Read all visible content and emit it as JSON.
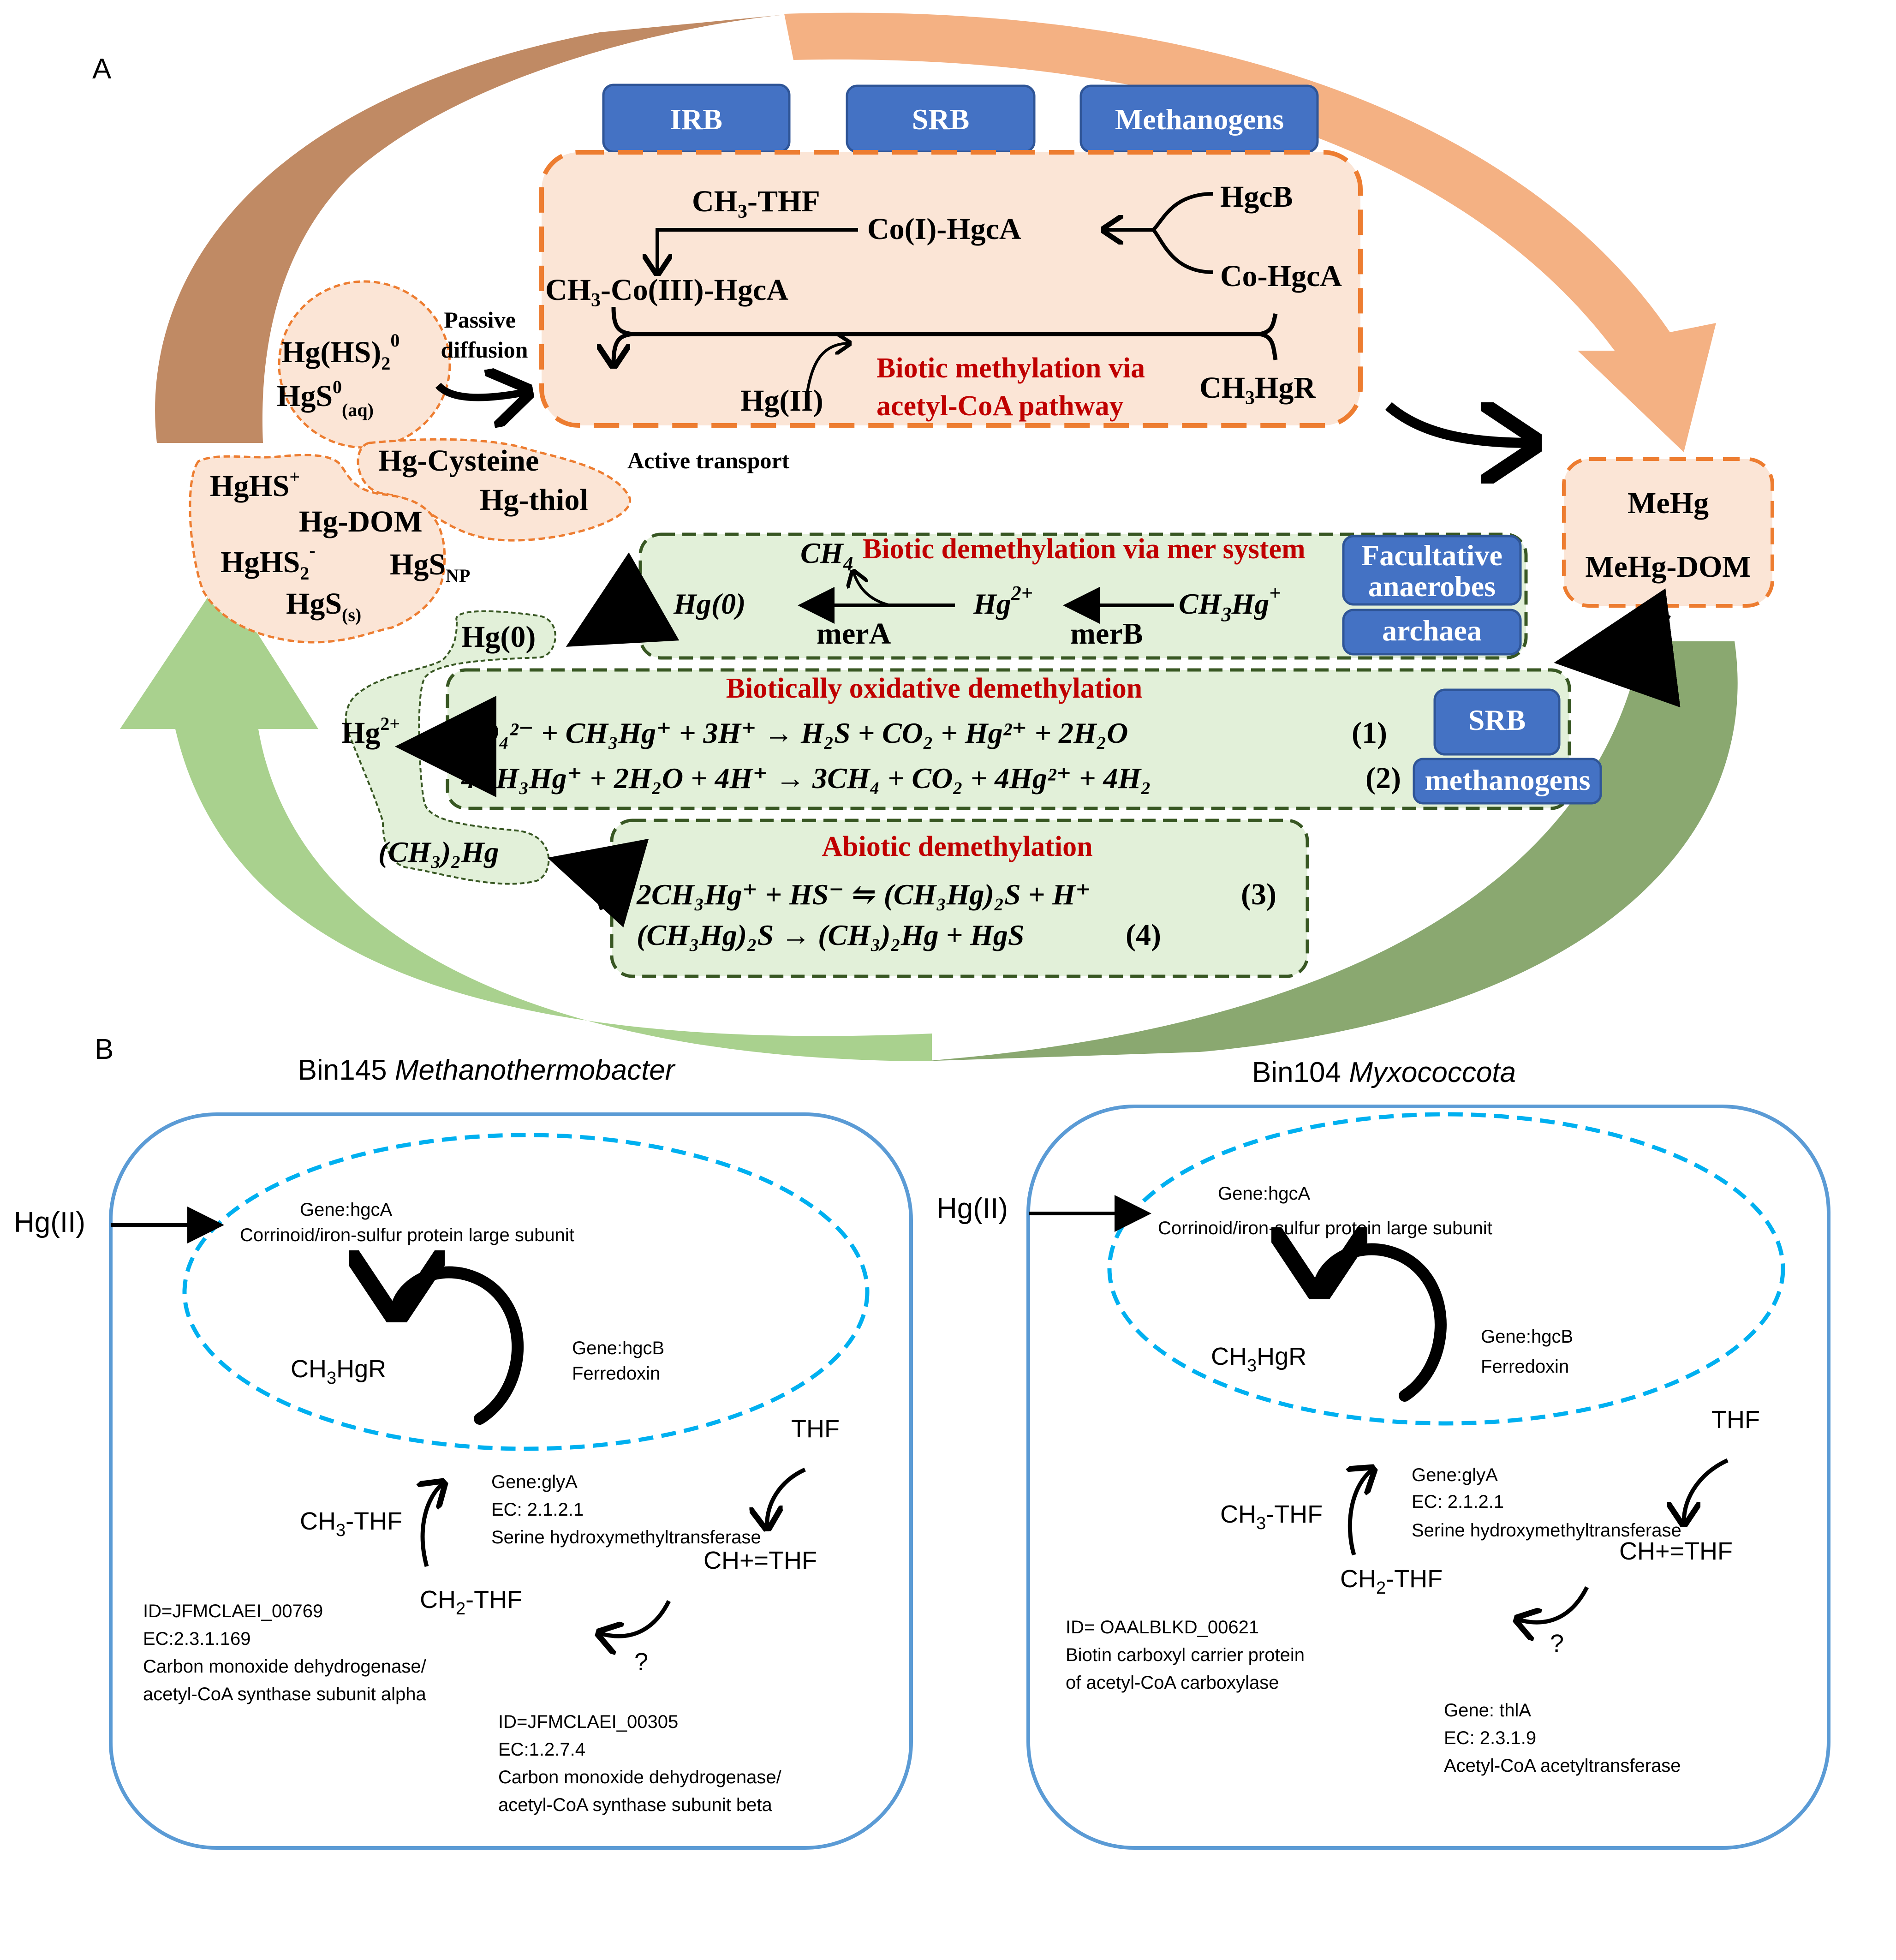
{
  "panel_a": {
    "label": "A",
    "colors": {
      "brown_arrow": "#c08a64",
      "peach_arrow": "#f4b183",
      "light_green_arrow": "#a9d18e",
      "dark_green_arrow": "#8aa870",
      "organism_box": "#4472c4",
      "methylation_fill": "#fbe5d6",
      "methylation_border": "#ed7d31",
      "demethylation_fill": "#e2f0d9",
      "demethylation_border": "#385723",
      "pathway_title": "#c00000"
    },
    "methylators": [
      "IRB",
      "SRB",
      "Methanogens"
    ],
    "methylation": {
      "ch3_thf": "CH",
      "ch3_thf_sub": "3",
      "ch3_thf_suffix": "-THF",
      "co1_hgca": "Co(I)-HgcA",
      "hgcb": "HgcB",
      "co_hgca": "Co-HgcA",
      "ch3_co3_prefix": "CH",
      "ch3_co3_sub": "3",
      "ch3_co3_suffix": "-Co(III)-HgcA",
      "hg2": "Hg(II)",
      "title_line1": "Biotic methylation via",
      "title_line2": "acetyl-CoA pathway",
      "product_prefix": "CH",
      "product_sub": "3",
      "product_suffix": "HgR"
    },
    "uptake": {
      "passive_line1": "Passive",
      "passive_line2": "diffusion",
      "active": "Active transport",
      "neutral_species": {
        "line1": "Hg(HS)",
        "line1_sub": "2",
        "line1_sup": "0",
        "line2": "HgS",
        "line2_sup": "0",
        "line2_sub": "(aq)"
      },
      "thiol_species": [
        "Hg-Cysteine",
        "Hg-thiol"
      ],
      "other_species": {
        "hghs_plus": "HgHS",
        "hghs_plus_sup": "+",
        "hg_dom": "Hg-DOM",
        "hghs2": "HgHS",
        "hghs2_sub": "2",
        "hghs2_sup": "-",
        "hgs_np": "HgS",
        "hgs_np_sub": "NP",
        "hgs_s": "HgS",
        "hgs_s_sub": "(s)"
      }
    },
    "mehg": {
      "title": "MeHg",
      "subtitle": "MeHg-DOM"
    },
    "mer_system": {
      "title": "Biotic demethylation via mer system",
      "ch4": "CH",
      "ch4_sub": "4",
      "hg0": "Hg(0)",
      "hg2": "Hg",
      "hg2_sup": "2+",
      "ch3hg": "CH",
      "ch3hg_sub": "3",
      "ch3hg_suffix": "Hg",
      "ch3hg_sup": "+",
      "enzyme1": "merA",
      "enzyme2": "merB",
      "organisms": [
        "Facultative anaerobes",
        "archaea"
      ],
      "organism_lines": [
        "Facultative",
        "anaerobes"
      ]
    },
    "oxidative": {
      "title": "Biotically oxidative demethylation",
      "equation1": "SO₄²⁻ + CH₃Hg⁺ + 3H⁺ → H₂S + CO₂ + Hg²⁺ + 2H₂O",
      "equation1_num": "(1)",
      "equation2": "4CH₃Hg⁺ + 2H₂O + 4H⁺ → 3CH₄ + CO₂ + 4Hg²⁺ + 4H₂",
      "equation2_num": "(2)",
      "organisms": [
        "SRB",
        "methanogens"
      ]
    },
    "abiotic": {
      "title": "Abiotic demethylation",
      "equation3": "2CH₃Hg⁺ + HS⁻ ⇋ (CH₃Hg)₂S + H⁺",
      "equation3_num": "(3)",
      "equation4": "(CH₃Hg)₂S → (CH₃)₂Hg + HgS",
      "equation4_num": "(4)"
    },
    "products": {
      "hg0": "Hg(0)",
      "hg2": "Hg",
      "hg2_sup": "2+",
      "dmhg": "(CH₃)₂Hg"
    }
  },
  "panel_b": {
    "label": "B",
    "cells": [
      {
        "title_plain": "Bin145 ",
        "title_italic": "Methanothermobacter",
        "input": "Hg(II)",
        "hgca_gene": "Gene:hgcA",
        "hgca_protein": "Corrinoid/iron-sulfur protein large subunit",
        "hgcb_gene": "Gene:hgcB",
        "hgcb_protein": "Ferredoxin",
        "product": "CH",
        "product_sub": "3",
        "product_suffix": "HgR",
        "thf": "THF",
        "ch_thf": "CH+=THF",
        "ch2_thf": "CH",
        "ch2_thf_sub": "2",
        "ch2_thf_suffix": "-THF",
        "ch3_thf": "CH",
        "ch3_thf_sub": "3",
        "ch3_thf_suffix": "-THF",
        "glya": [
          "Gene:glyA",
          "EC: 2.1.2.1",
          "Serine hydroxymethyltransferase"
        ],
        "unknown": "?",
        "annotation_left": [
          "ID=JFMCLAEI_00769",
          "EC:2.3.1.169",
          "Carbon monoxide dehydrogenase/",
          "acetyl-CoA synthase subunit alpha"
        ],
        "annotation_bottom": [
          "ID=JFMCLAEI_00305",
          "EC:1.2.7.4",
          "Carbon monoxide dehydrogenase/",
          "acetyl-CoA synthase subunit beta"
        ]
      },
      {
        "title_plain": "Bin104 ",
        "title_italic": "Myxococcota",
        "input": "Hg(II)",
        "hgca_gene": "Gene:hgcA",
        "hgca_protein": "Corrinoid/iron-sulfur protein large subunit",
        "hgcb_gene": "Gene:hgcB",
        "hgcb_protein": "Ferredoxin",
        "product": "CH",
        "product_sub": "3",
        "product_suffix": "HgR",
        "thf": "THF",
        "ch_thf": "CH+=THF",
        "ch2_thf": "CH",
        "ch2_thf_sub": "2",
        "ch2_thf_suffix": "-THF",
        "ch3_thf": "CH",
        "ch3_thf_sub": "3",
        "ch3_thf_suffix": "-THF",
        "glya": [
          "Gene:glyA",
          "EC: 2.1.2.1",
          "Serine hydroxymethyltransferase"
        ],
        "unknown": "?",
        "annotation_left": [
          "ID= OAALBLKD_00621",
          "Biotin carboxyl carrier protein",
          "of acetyl-CoA carboxylase"
        ],
        "annotation_bottom": [
          "Gene: thlA",
          "EC: 2.3.1.9",
          "Acetyl-CoA acetyltransferase"
        ]
      }
    ]
  }
}
